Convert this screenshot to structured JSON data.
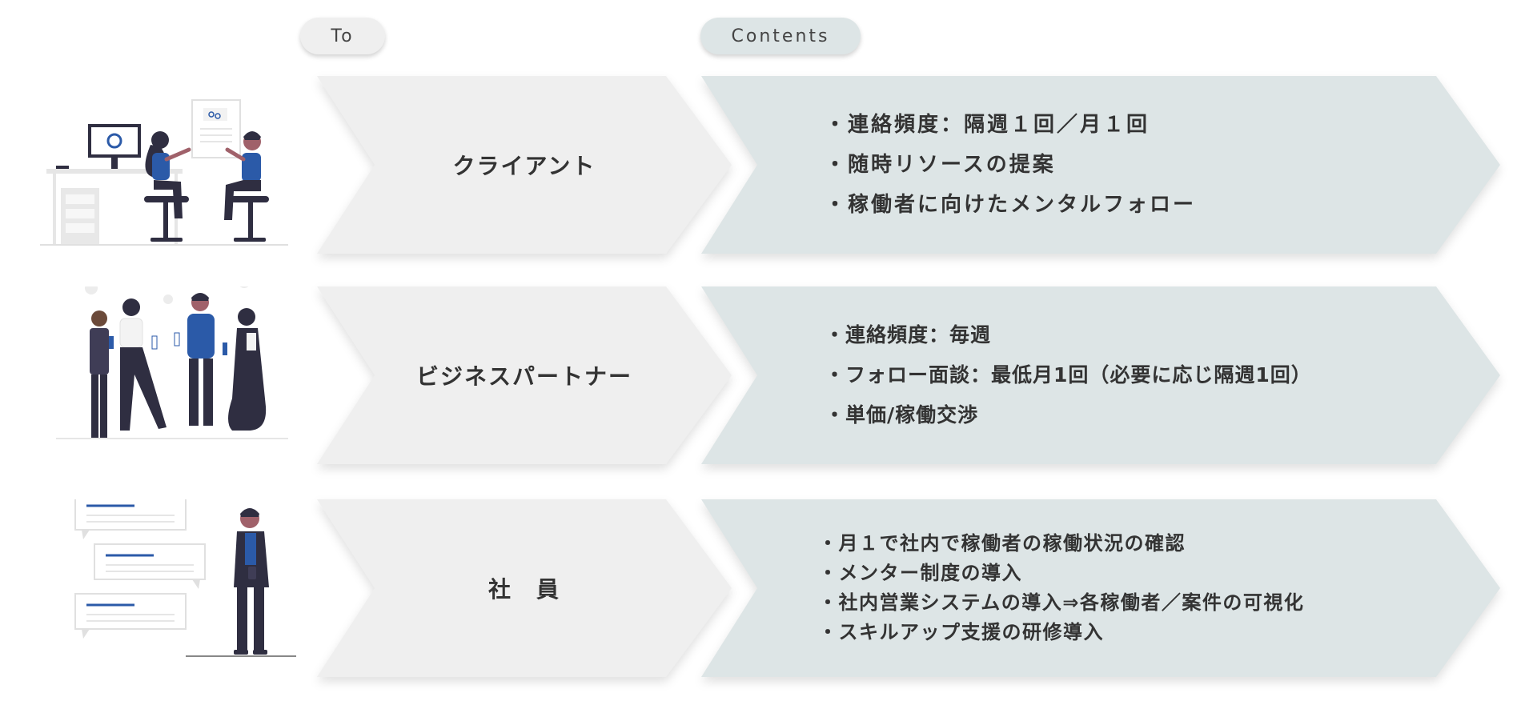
{
  "headers": {
    "to": "To",
    "contents": "Contents"
  },
  "rows": [
    {
      "target": "クライアント",
      "items": [
        "・連絡頻度：隔週１回／月１回",
        "・随時リソースの提案",
        "・稼働者に向けたメンタルフォロー"
      ]
    },
    {
      "target": "ビジネスパートナー",
      "items": [
        "・連絡頻度：毎週",
        "・フォロー面談：最低月1回（必要に応じ隔週1回）",
        "・単価/稼働交渉"
      ]
    },
    {
      "target": "社　員",
      "items": [
        "・月１で社内で稼働者の稼働状況の確認",
        "・メンター制度の導入",
        "・社内営業システムの導入⇒各稼働者／案件の可視化",
        "・スキルアップ支援の研修導入"
      ]
    }
  ],
  "colors": {
    "to_fill": "#efefef",
    "contents_fill": "#dde5e6",
    "accent_blue": "#2b5aa8",
    "dark_figure": "#2f2e41"
  }
}
